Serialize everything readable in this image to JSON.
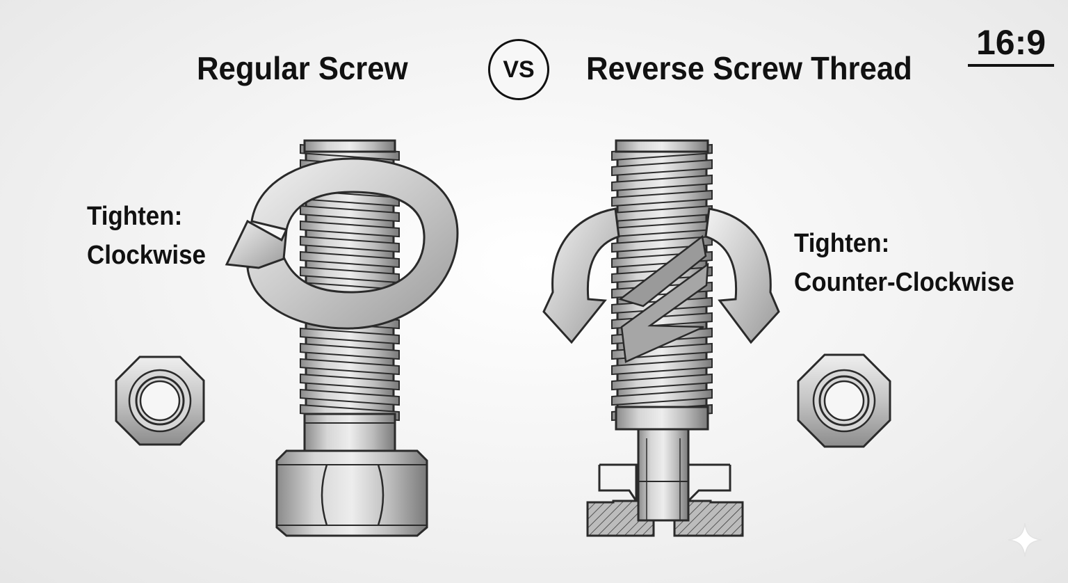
{
  "titles": {
    "left": "Regular Screw",
    "vs": "VS",
    "right": "Reverse Screw Thread"
  },
  "aspect_ratio": "16:9",
  "left_label": {
    "line1": "Tighten:",
    "line2": "Clockwise"
  },
  "right_label": {
    "line1": "Tighten:",
    "line2": "Counter-Clockwise"
  },
  "icons": [
    "regular-bolt-icon",
    "clockwise-arrow-icon",
    "hex-nut-icon",
    "reverse-bolt-icon",
    "counter-clockwise-arrow-icon",
    "sparkle-icon"
  ],
  "colors": {
    "metal_light": "#e4e4e4",
    "metal_mid": "#b5b5b5",
    "metal_dark": "#7c7c7c",
    "outline": "#2a2a2a",
    "text": "#111111"
  }
}
